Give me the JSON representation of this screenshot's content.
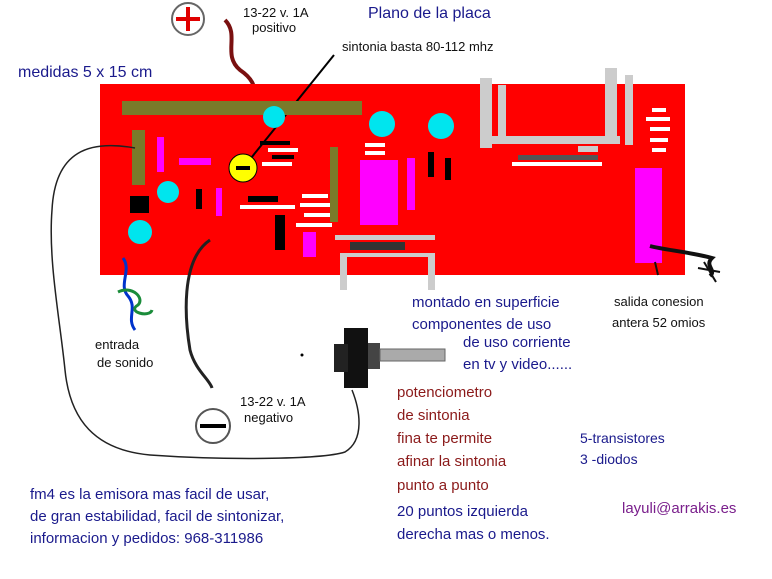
{
  "title": "Plano de la placa",
  "power_positive": {
    "voltage": "13-22 v.  1A",
    "label": "positivo"
  },
  "tuning_range": "sintonia basta 80-112 mhz",
  "dimensions": "medidas 5 x 15 cm",
  "audio_input": {
    "line1": "entrada",
    "line2": "de sonido"
  },
  "power_negative": {
    "voltage": "13-22 v. 1A",
    "label": "negativo"
  },
  "smd_note": {
    "line1": "montado en superficie",
    "line2": "componentes de uso",
    "line3": "de uso corriente",
    "line4": "en tv y video......"
  },
  "antenna_output": {
    "line1": "salida conesion",
    "line2": "antera 52 omios"
  },
  "potentiometer_note": {
    "line1": "potenciometro",
    "line2": "de sintonia",
    "line3": "fina te permite",
    "line4": "afinar la sintonia",
    "line5": "punto a punto",
    "line6": "20 puntos izquierda",
    "line7": "derecha mas o menos."
  },
  "parts": {
    "line1": "5-transistores",
    "line2": "3 -diodos"
  },
  "footer": {
    "line1": "fm4 es la emisora mas facil de usar,",
    "line2": "de gran estabilidad, facil de sintonizar,",
    "line3": "informacion y pedidos: 968-311986"
  },
  "email": "layuli@arrakis.es",
  "colors": {
    "board": "#ff0000",
    "navy_text": "#1a1a8c",
    "maroon_text": "#8b1a1a",
    "purple_text": "#7a1f8c",
    "cyan_parts": "#00e5ee",
    "magenta_parts": "#ff00ff",
    "olive_parts": "#7a7a2a"
  }
}
